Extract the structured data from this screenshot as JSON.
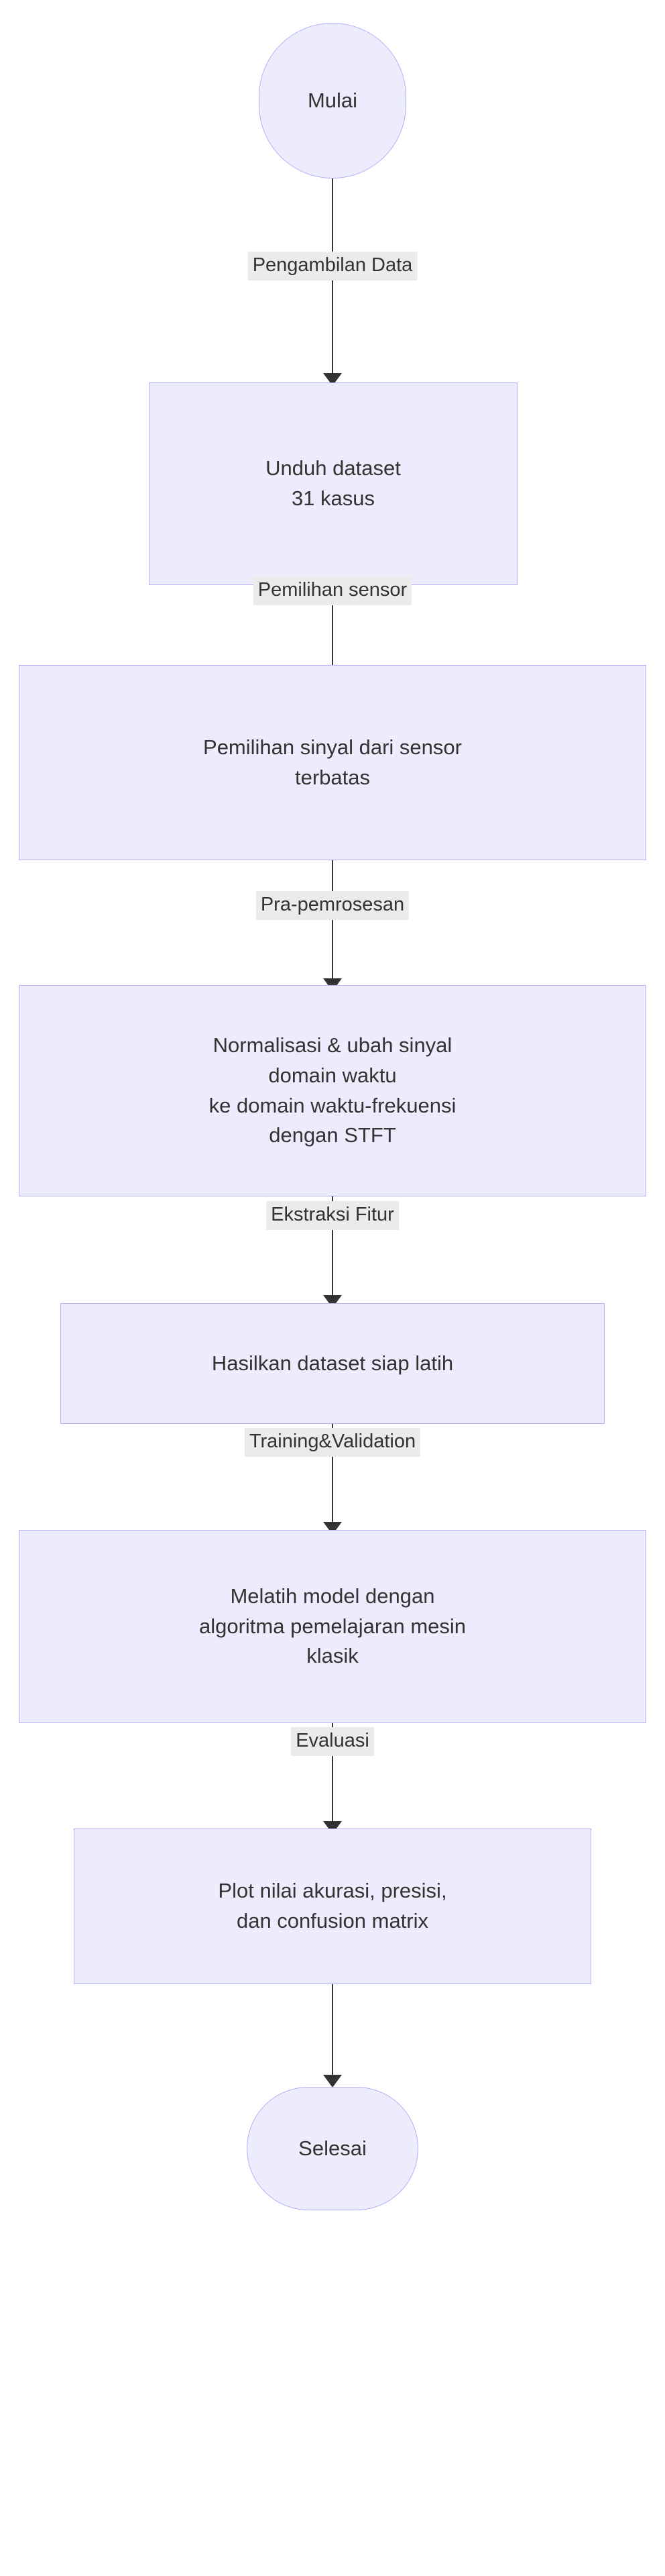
{
  "diagram": {
    "type": "flowchart",
    "orientation": "top-to-bottom",
    "colors": {
      "node_fill": "#ececfd",
      "node_border": "#b0b0f5",
      "edge_stroke": "#333333",
      "edge_label_background": "#ebebeb",
      "text": "#333333",
      "canvas": "#ffffff"
    },
    "nodes": [
      {
        "id": "start",
        "shape": "stadium",
        "label": "Mulai"
      },
      {
        "id": "download",
        "shape": "rectangle",
        "label": "Unduh dataset\n31 kasus"
      },
      {
        "id": "sensorsel",
        "shape": "rectangle",
        "label": "Pemilihan sinyal dari sensor\nterbatas"
      },
      {
        "id": "preprocess",
        "shape": "rectangle",
        "label": "Normalisasi & ubah sinyal\ndomain waktu\nke domain waktu-frekuensi\ndengan STFT"
      },
      {
        "id": "dataset",
        "shape": "rectangle",
        "label": "Hasilkan dataset siap latih"
      },
      {
        "id": "train",
        "shape": "rectangle",
        "label": "Melatih model dengan\nalgoritma pemelajaran mesin\nklasik"
      },
      {
        "id": "evaluate",
        "shape": "rectangle",
        "label": "Plot nilai akurasi, presisi,\ndan confusion matrix"
      },
      {
        "id": "end",
        "shape": "stadium",
        "label": "Selesai"
      }
    ],
    "edges": [
      {
        "from": "start",
        "to": "download",
        "label": "Pengambilan Data"
      },
      {
        "from": "download",
        "to": "sensorsel",
        "label": "Pemilihan sensor"
      },
      {
        "from": "sensorsel",
        "to": "preprocess",
        "label": "Pra-pemrosesan"
      },
      {
        "from": "preprocess",
        "to": "dataset",
        "label": "Ekstraksi Fitur"
      },
      {
        "from": "dataset",
        "to": "train",
        "label": "Training&Validation"
      },
      {
        "from": "train",
        "to": "evaluate",
        "label": "Evaluasi"
      },
      {
        "from": "evaluate",
        "to": "end",
        "label": ""
      }
    ]
  }
}
